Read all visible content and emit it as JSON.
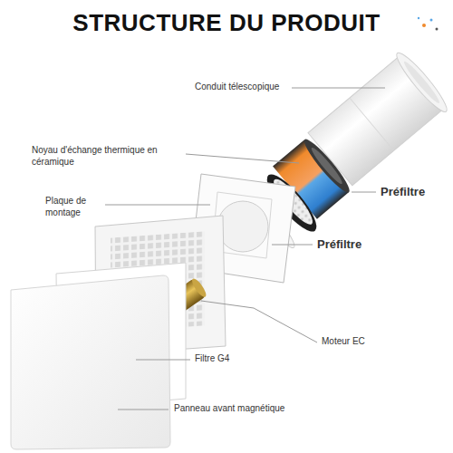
{
  "diagram": {
    "title": "STRUCTURE DU PRODUIT",
    "labels": [
      "Conduit télescopique",
      "Noyau d'échange thermique en céramique",
      "Plaque de montage",
      "Préfiltre",
      "Préfiltre",
      "Moteur EC",
      "Filtre G4",
      "Panneau avant magnétique"
    ]
  }
}
